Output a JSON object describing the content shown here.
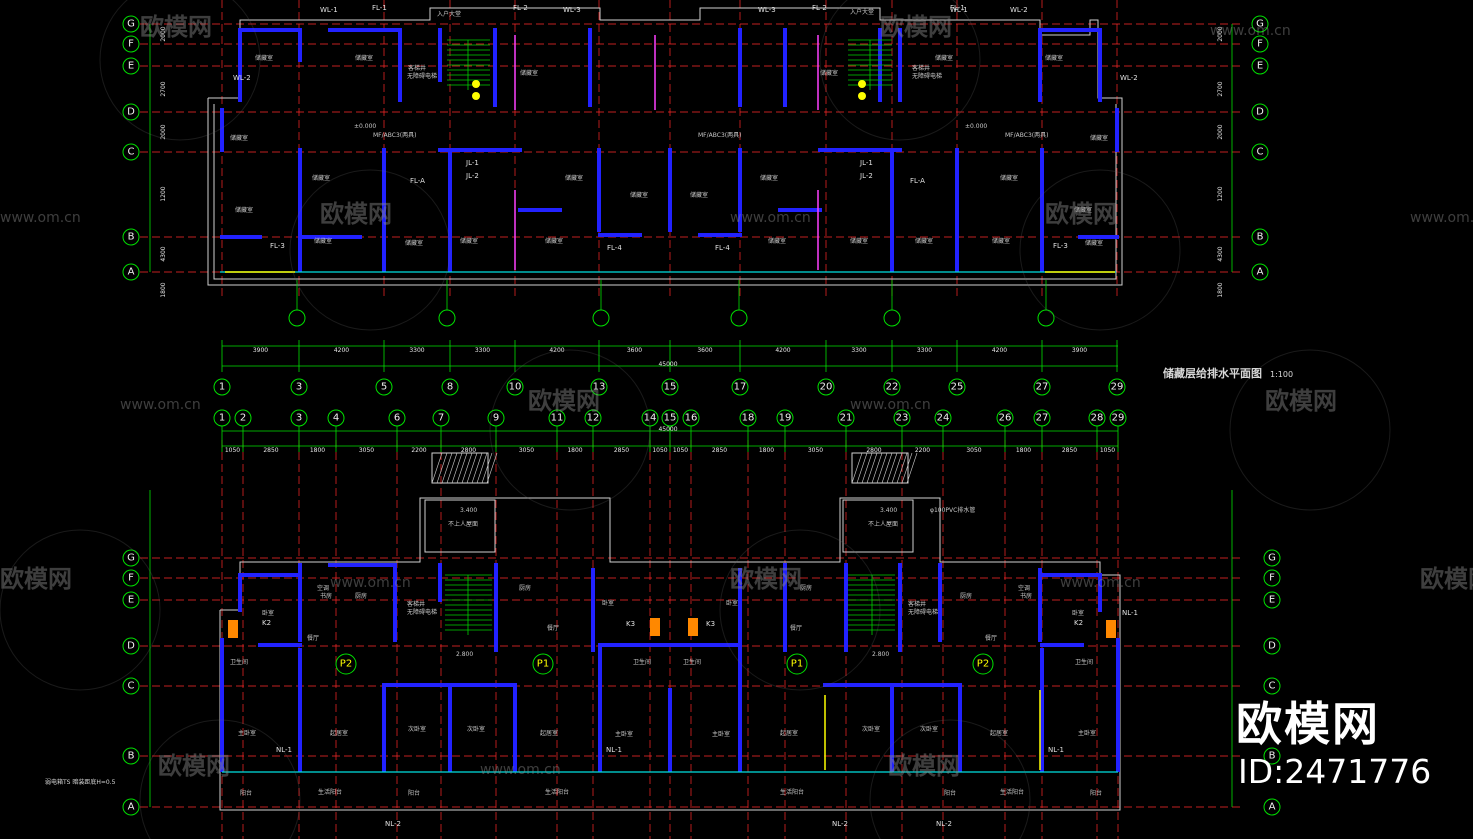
{
  "drawing": {
    "title_upper": "储藏层给排水平面图",
    "scale_upper": "1:100",
    "total_dim": "45000",
    "note_lower": "弱电箱TS 暗装距底H=0.5",
    "elev_000": "±0.000",
    "elev_3400": "3.400",
    "elev_2800": "2.800",
    "fire_ext": "MF/ABC3(两具)",
    "stair_label": "入户大堂",
    "not_accessible": "不上人屋面",
    "floor_drain_note": "φ100PVC排水管"
  },
  "row_axes": [
    "G",
    "F",
    "E",
    "D",
    "C",
    "B",
    "A"
  ],
  "upper_col_axes": [
    "1",
    "3",
    "5",
    "8",
    "10",
    "13",
    "15",
    "17",
    "20",
    "22",
    "25",
    "27",
    "29"
  ],
  "upper_dims": [
    "3900",
    "4200",
    "3300",
    "3300",
    "4200",
    "3600",
    "3600",
    "4200",
    "3300",
    "3300",
    "4200",
    "3900"
  ],
  "lower_col_axes": [
    "1",
    "2",
    "3",
    "4",
    "6",
    "7",
    "9",
    "11",
    "12",
    "14",
    "15",
    "16",
    "18",
    "19",
    "21",
    "23",
    "24",
    "26",
    "27",
    "28",
    "29"
  ],
  "lower_dims": [
    "1050",
    "2850",
    "1800",
    "3050",
    "2200",
    "2800",
    "3050",
    "1800",
    "2850",
    "1050",
    "1050",
    "2850",
    "1800",
    "3050",
    "2800",
    "2200",
    "3050",
    "1800",
    "2850",
    "1050"
  ],
  "row_dims_upper": [
    "2000",
    "2700",
    "2000",
    "1200",
    "4300",
    "1800"
  ],
  "pipe_tags": [
    "WL-1",
    "WL-2",
    "WL-3",
    "FL-1",
    "FL-2",
    "FL-3",
    "FL-4",
    "FL-A",
    "JL-1",
    "JL-2",
    "NL-1",
    "NL-2",
    "K2",
    "K3"
  ],
  "room_labels": [
    "储藏室",
    "客梯井",
    "无障碍电梯",
    "卧室",
    "主卧室",
    "起居室",
    "餐厅",
    "厨房",
    "卫生间",
    "阳台",
    "次卧室",
    "书房",
    "生活阳台",
    "空调"
  ],
  "unit_labels": [
    "P2",
    "P1",
    "P1",
    "P2"
  ],
  "watermark": {
    "text": "欧模网",
    "url": "www.om.cn",
    "brand": "欧模网",
    "id": "ID:2471776"
  },
  "colors": {
    "bg": "#000000",
    "wall": "#2222ff",
    "axis_line": "#ff2a2a",
    "dim_line": "#00e000",
    "outline": "#d0d0d0",
    "pipe": "#ffff00",
    "magenta": "#ff40ff"
  }
}
